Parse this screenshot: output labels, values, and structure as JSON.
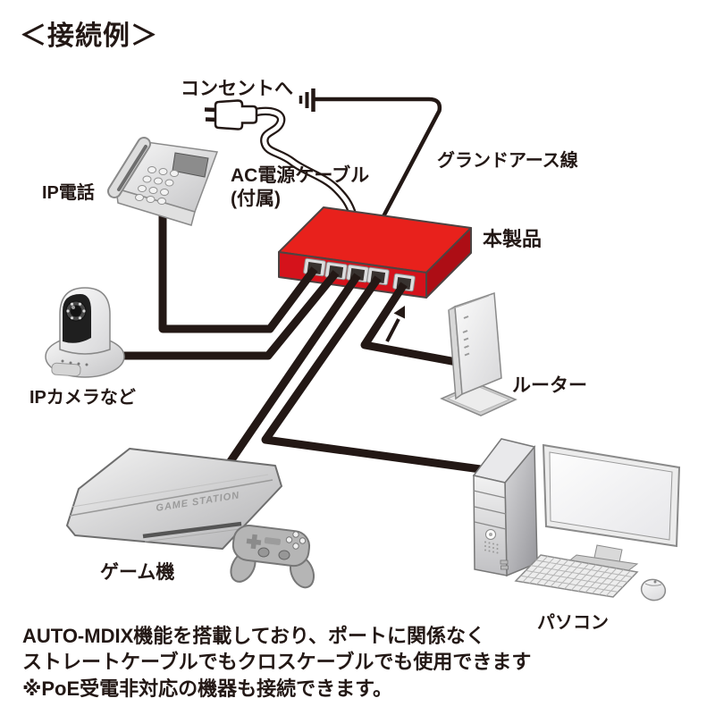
{
  "title": "＜接続例＞",
  "diagram": {
    "labels": {
      "outlet": "コンセントへ",
      "ac_cable_line1": "AC電源ケーブル",
      "ac_cable_line2": "(付属)",
      "ground_wire": "グランドアース線",
      "product": "本製品",
      "ip_phone": "IP電話",
      "ip_camera": "IPカメラなど",
      "router": "ルーター",
      "game_console": "ゲーム機",
      "pc": "パソコン",
      "console_brand": "GAME STATION"
    },
    "colors": {
      "product_red_top": "#e8211c",
      "product_red_front": "#d5121b",
      "product_red_side": "#ad0d15",
      "cable": "#231815",
      "text": "#231815"
    }
  },
  "notes": [
    "AUTO-MDIX機能を搭載しており、ポートに関係なく",
    "ストレートケーブルでもクロスケーブルでも使用できます",
    "※PoE受電非対応の機器も接続できます。"
  ]
}
